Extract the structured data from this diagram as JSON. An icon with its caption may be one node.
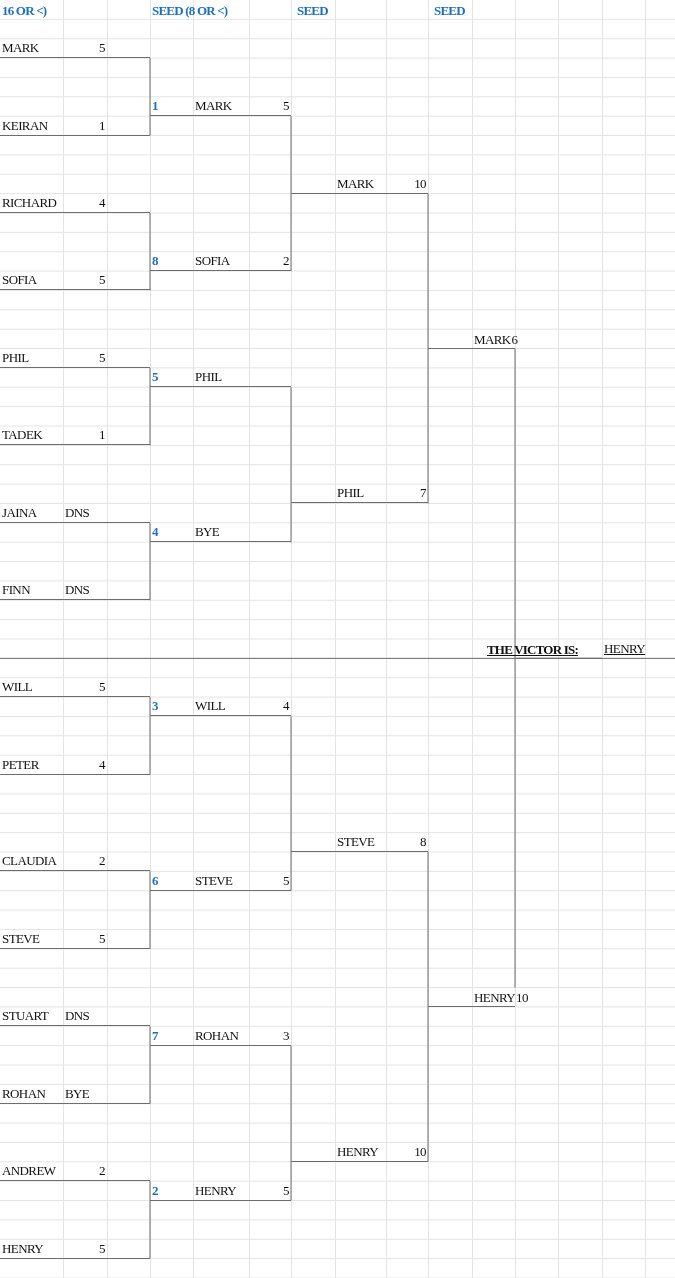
{
  "diagram": {
    "nodes": [
      {
        "text": [
          "MARK",
          "5"
        ]
      },
      {
        "text": [
          "KEIRAN",
          "1"
        ]
      },
      {
        "text": [
          "RICHARD",
          "4"
        ]
      },
      {
        "text": [
          "SOFIA",
          "5"
        ]
      },
      {
        "text": [
          "PHIL",
          "5"
        ]
      },
      {
        "text": [
          "TADEK",
          "1"
        ]
      },
      {
        "text": [
          "JAINA",
          "DNS"
        ]
      },
      {
        "text": [
          "FINN",
          "DNS"
        ]
      },
      {
        "text": [
          "WILL",
          "5"
        ]
      },
      {
        "text": [
          "PETER",
          "4"
        ]
      },
      {
        "text": [
          "CLAUDIA",
          "2"
        ]
      },
      {
        "text": [
          "STEVE",
          "5"
        ]
      },
      {
        "text": [
          "STUART",
          "DNS"
        ]
      },
      {
        "text": [
          "ROHAN",
          "BYE"
        ]
      },
      {
        "text": [
          "ANDREW",
          "2"
        ]
      },
      {
        "text": [
          "HENRY",
          "5"
        ]
      },
      {
        "text": [
          "1",
          "MARK",
          "5"
        ]
      },
      {
        "text": [
          "8",
          "SOFIA",
          "2"
        ]
      },
      {
        "text": [
          "5",
          "PHIL"
        ]
      },
      {
        "text": [
          "4",
          "BYE"
        ]
      },
      {
        "text": [
          "3",
          "WILL",
          "4"
        ]
      },
      {
        "text": [
          "6",
          "STEVE",
          "5"
        ]
      },
      {
        "text": [
          "7",
          "ROHAN",
          "3"
        ]
      },
      {
        "text": [
          "2",
          "HENRY",
          "5"
        ]
      },
      {
        "text": [
          "MARK",
          "10"
        ]
      },
      {
        "text": [
          "PHIL",
          "7"
        ]
      },
      {
        "text": [
          "STEVE",
          "8"
        ]
      },
      {
        "text": [
          "HENRY",
          "10"
        ]
      },
      {
        "text": [
          "MARK",
          "6"
        ]
      },
      {
        "text": [
          "HENRY",
          "10"
        ]
      },
      {
        "text": [
          "HENRY"
        ]
      }
    ],
    "edges": [
      {
        "from": 0,
        "to": 16,
        "arrow": "none"
      },
      {
        "from": 1,
        "to": 16,
        "arrow": "none"
      },
      {
        "from": 2,
        "to": 17,
        "arrow": "none"
      },
      {
        "from": 3,
        "to": 17,
        "arrow": "none"
      },
      {
        "from": 4,
        "to": 18,
        "arrow": "none"
      },
      {
        "from": 5,
        "to": 18,
        "arrow": "none"
      },
      {
        "from": 6,
        "to": 19,
        "arrow": "none"
      },
      {
        "from": 7,
        "to": 19,
        "arrow": "none"
      },
      {
        "from": 8,
        "to": 20,
        "arrow": "none"
      },
      {
        "from": 9,
        "to": 20,
        "arrow": "none"
      },
      {
        "from": 10,
        "to": 21,
        "arrow": "none"
      },
      {
        "from": 11,
        "to": 21,
        "arrow": "none"
      },
      {
        "from": 12,
        "to": 22,
        "arrow": "none"
      },
      {
        "from": 13,
        "to": 22,
        "arrow": "none"
      },
      {
        "from": 14,
        "to": 23,
        "arrow": "none"
      },
      {
        "from": 15,
        "to": 23,
        "arrow": "none"
      },
      {
        "from": 16,
        "to": 24,
        "arrow": "none"
      },
      {
        "from": 17,
        "to": 24,
        "arrow": "none"
      },
      {
        "from": 18,
        "to": 25,
        "arrow": "none"
      },
      {
        "from": 19,
        "to": 25,
        "arrow": "none"
      },
      {
        "from": 20,
        "to": 26,
        "arrow": "none"
      },
      {
        "from": 21,
        "to": 26,
        "arrow": "none"
      },
      {
        "from": 22,
        "to": 27,
        "arrow": "none"
      },
      {
        "from": 23,
        "to": 27,
        "arrow": "none"
      },
      {
        "from": 24,
        "to": 28,
        "arrow": "none"
      },
      {
        "from": 25,
        "to": 28,
        "arrow": "none"
      },
      {
        "from": 26,
        "to": 29,
        "arrow": "none"
      },
      {
        "from": 27,
        "to": 29,
        "arrow": "none"
      },
      {
        "from": 28,
        "to": 30,
        "arrow": "none"
      },
      {
        "from": 29,
        "to": 30,
        "arrow": "none"
      }
    ],
    "labels": [
      "16 OR <)",
      "SEED (8 OR <)",
      "SEED",
      "SEED",
      "THE VICTOR IS:"
    ]
  }
}
